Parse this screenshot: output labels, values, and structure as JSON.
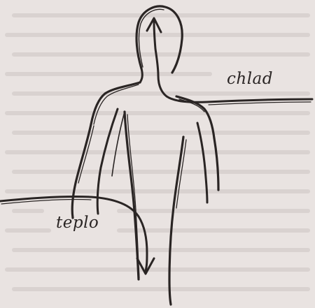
{
  "labels": {
    "cold": "chlad",
    "warm": "teplo"
  },
  "colors": {
    "paper": "#e9e3e1",
    "ink": "#2a2524",
    "bleed_text": "#cdc5c3"
  },
  "figure": {
    "subject": "human-silhouette",
    "arrows": [
      "cold-air-up-through-head",
      "warm-air-down-through-body"
    ]
  }
}
